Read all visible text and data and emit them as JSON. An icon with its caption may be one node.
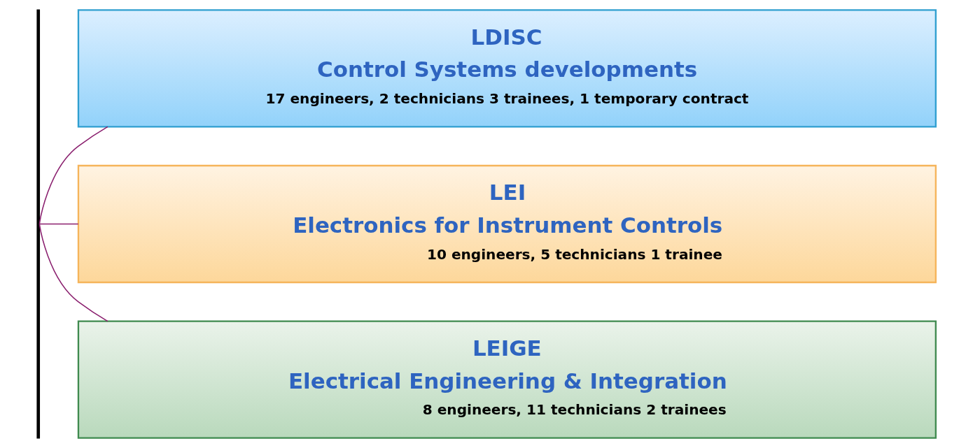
{
  "diagram": {
    "nodes": [
      {
        "text": [],
        "shape": "bar"
      },
      {
        "text": [
          "LDISC",
          "Control Systems developments",
          "17 engineers, 2 technicians 3 trainees, 1 temporary contract"
        ]
      },
      {
        "text": [
          "LEI",
          "Electronics for Instrument Controls",
          "10 engineers, 5 technicians 1 trainee"
        ]
      },
      {
        "text": [
          "LEIGE",
          "Electrical Engineering & Integration",
          "8 engineers, 11 technicians 2 trainees"
        ]
      }
    ],
    "edges": [
      {
        "from": 0,
        "to": 1,
        "arrow": "none"
      },
      {
        "from": 0,
        "to": 2,
        "arrow": "none"
      },
      {
        "from": 0,
        "to": 3,
        "arrow": "none"
      }
    ]
  }
}
